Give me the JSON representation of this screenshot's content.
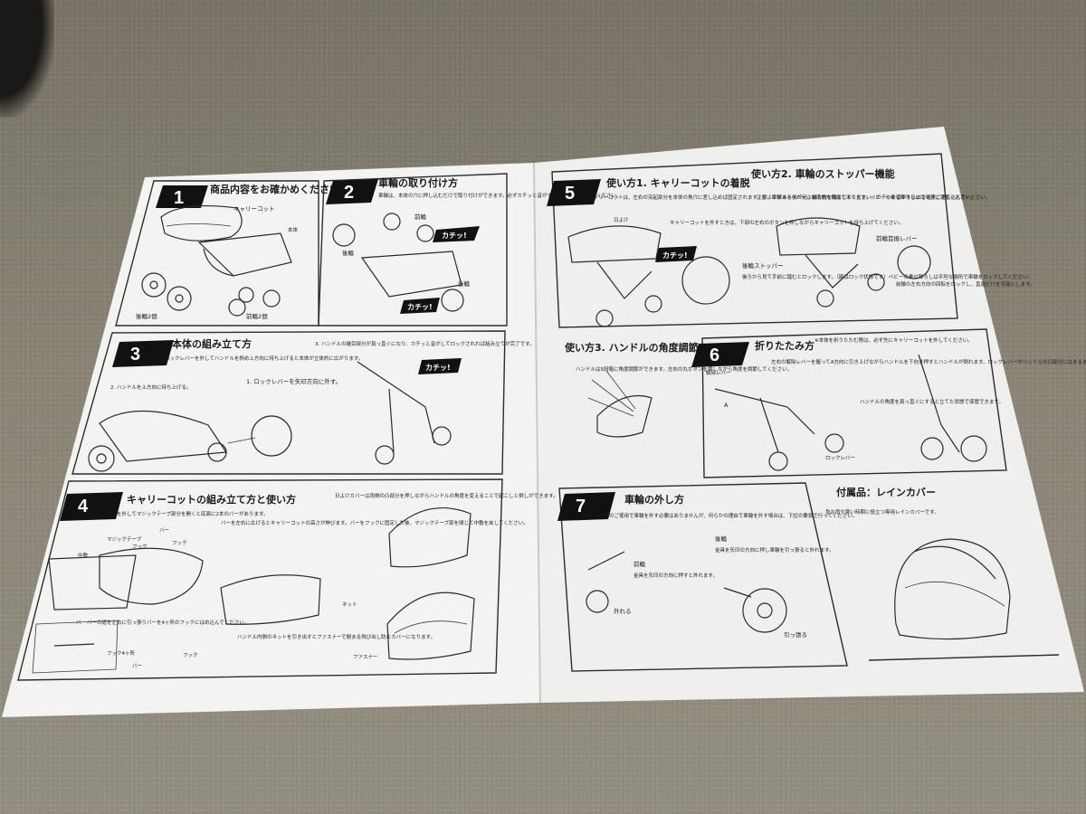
{
  "sections": {
    "s1": {
      "num": "1",
      "title": "商品内容をお確かめください。",
      "labels": [
        "キャリーコット",
        "本体",
        "後輪2個",
        "前輪2個"
      ]
    },
    "s2": {
      "num": "2",
      "title": "車輪の取り付け方",
      "note": "車輪は、本体の穴に押し込むだけで取り付けができます。必ずカチッと音がする所まで押し込んでください。",
      "labels": [
        "前輪",
        "後輪",
        "後輪"
      ],
      "callouts": [
        "カチッ!",
        "カチッ!"
      ]
    },
    "s3": {
      "num": "3",
      "title": "本体の組み立て方",
      "note": "ロックレバーを外してハンドルを斜め上方向に持ち上げると本体が立体的に広がります。",
      "step1": "2. ハンドルを上方向に持ち上げる。",
      "step2": "1. ロックレバーを矢印方向に外す。",
      "step3": "3. ハンドルの継目部分が真っ直ぐになり、カチッと音がしてロックされれば組み立てが完了です。",
      "callout": "カチッ!"
    },
    "s4": {
      "num": "4",
      "title": "キャリーコットの組み立て方と使い方",
      "note1": "中敷を外してマジックテープ部分を開くと底面に2本のバーがあります。",
      "note2": "バーを左右に広げるとキャリーコットの高さが伸びます。バーをフックに固定した後、マジックテープ部を閉じて中敷を戻してください。",
      "note3": "日よけカバーは両側の凸部分を押しながらハンドルの角度を変えることで起こしと倒しができます。",
      "note4": "ハンドル内側のネットを引き出すとファスナーで閉まる飛び出し防止カバーになります。",
      "note5": "バーの紐を左右に引っ張りバーを4ヶ所のフックにはめ込んでください。",
      "labels": [
        "マジックテープ",
        "バー",
        "フック",
        "フック",
        "中敷",
        "バー",
        "フック4ヶ所",
        "フック",
        "バー",
        "ネット",
        "ファスナー"
      ]
    },
    "s5": {
      "num": "5",
      "title": "使い方1. キャリーコットの着脱",
      "note": "キャリーコットは、左右の突起部分を本体の角穴に差し込めば固定されます。日よけがある側が足、後ろ側を頭としてください。カチッと音がするまで確実に差し込んでください。",
      "note2": "キャリーコットを外すときは、下部の左右のボタンを押しながらキャリーコットを持ち上げてください。",
      "labels": [
        "日よけ"
      ],
      "callout": "カチッ!"
    },
    "s5b": {
      "title": "使い方2. 車輪のストッパー機能",
      "note": "注意：車輪ストッパーは補助的な機能であります。ベビーの乗せ降ろしには十分ご注意ください。",
      "labels": [
        "前輪首振レバー",
        "後輪ストッパー"
      ],
      "note2": "後ろから見て手前に踏むとロックします。（図はロック状態です）ベビーの乗せ降ろしは平坦な場所で車輪をロックしてください。",
      "note3": "前輪の左右方向の回転をロックし、直進だけを可能にします。"
    },
    "s_handle": {
      "title": "使い方3. ハンドルの角度調節",
      "note": "ハンドルは5段階に角度調節ができます。左右の丸ボタンを押しながら角度を調節してください。"
    },
    "s6": {
      "num": "6",
      "title": "折りたたみ方",
      "warning": "※本体を折りたたむ際は、必ず先にキャリーコットを外してください。",
      "note": "左右の解除レバーを握ってA方向に引き上げながらハンドルを下向き押すとハンドルが倒れます。ロックレバーがハンドルの凸部分にはまるまで押すと折りたたみが完了です。",
      "note2": "ハンドルの角度を真っ直ぐにすると立てた状態で保管できます。",
      "labels": [
        "解除レバー",
        "A",
        "ロックレバー"
      ]
    },
    "s7": {
      "num": "7",
      "title": "車輪の外し方",
      "note": "通常のご使用で車輪を外す必要はありませんが、何らかの理由で車輪を外す場合は、下記の要領で行ってください。",
      "front_title": "前輪",
      "front_note": "金具を矢印の方向に押すと外れます。",
      "front_label": "外れる",
      "rear_title": "後輪",
      "rear_note": "金具を矢印の方向に押し車輪を引っ張ると外れます。",
      "rear_label": "引っ張る"
    },
    "s_acc": {
      "title": "付属品：レインカバー",
      "note": "急な雨や寒い時期に役立つ専用レインカバーです。"
    }
  }
}
